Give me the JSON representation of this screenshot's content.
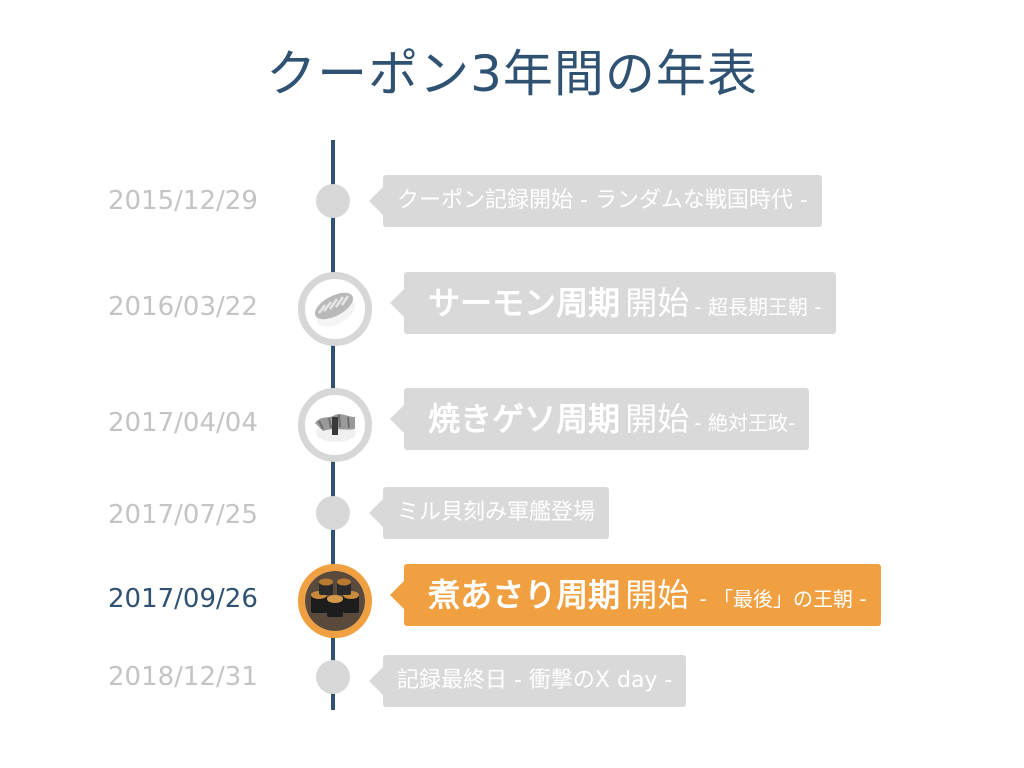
{
  "title": "クーポン3年間の年表",
  "events": [
    {
      "date": "2015/12/29",
      "label": "クーポン記録開始  - ランダムな戦国時代 -"
    },
    {
      "date": "2016/03/22",
      "main": "サーモン周期",
      "kaishi": "開始",
      "sub": "- 超長期王朝 -",
      "icon": "salmon-sushi-icon"
    },
    {
      "date": "2017/04/04",
      "main": "焼きゲソ周期",
      "kaishi": "開始",
      "sub": "- 絶対王政-",
      "icon": "grilled-squid-sushi-icon"
    },
    {
      "date": "2017/07/25",
      "label": "ミル貝刻み軍艦登場"
    },
    {
      "date": "2017/09/26",
      "main": "煮あさり周期",
      "kaishi": "開始",
      "sub": "- 「最後」の王朝 -",
      "icon": "clam-gunkan-sushi-icon"
    },
    {
      "date": "2018/12/31",
      "label": "記録最終日 - 衝撃のX day -"
    }
  ],
  "colors": {
    "axis": "#2f5172",
    "inactive": "#d9d9d9",
    "active": "#f0a040",
    "date_inactive": "#c4c4c4",
    "date_active": "#2f5172"
  }
}
